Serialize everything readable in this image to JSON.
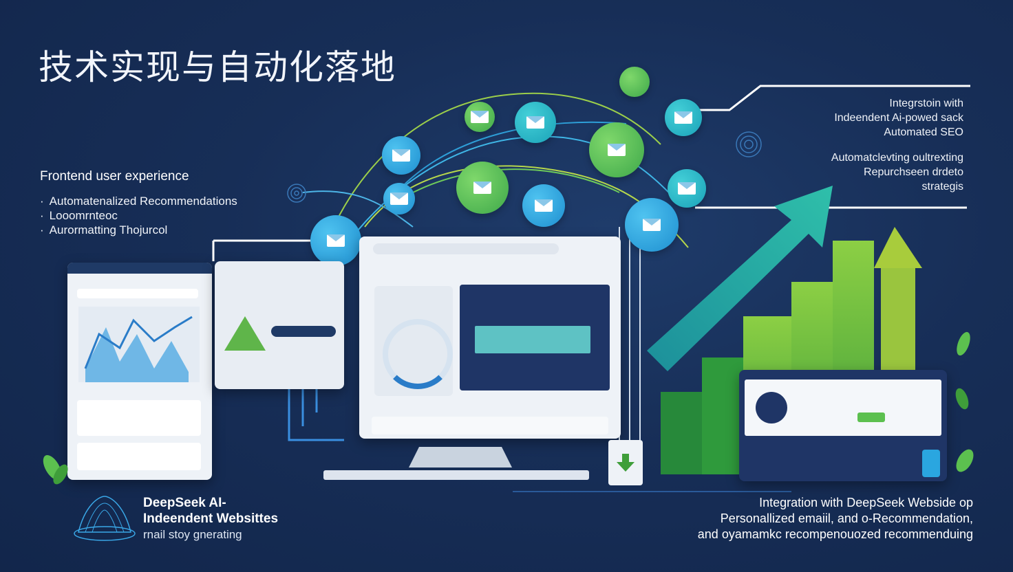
{
  "title": "技术实现与自动化落地",
  "left_panel": {
    "heading": "Frontend user experience",
    "items": [
      "Automatenalized Recommendations",
      "Looomrnteoc",
      "Aurormatting Thojurcol"
    ]
  },
  "right_panel": {
    "top_lines": [
      "Integrstoin with",
      "Indeendent Ai-powed sack",
      "Automated SEO"
    ],
    "mid_lines": [
      "Automatclevting oultrexting",
      "Repurchseen drdeto",
      "strategis"
    ]
  },
  "bottom_left": {
    "line1": "DeepSeek AI-",
    "line2": "Indeendent Websittes",
    "line3": "rnail stoy gnerating"
  },
  "bottom_right": {
    "line1": "Integration with DeepSeek Webside op",
    "line2": "Personallized emaiil, and o-Recommendation,",
    "line3": "and oyamamkc recompenouozed recommenduing"
  },
  "colors": {
    "background": "#172e57",
    "accent_green": "#5cc04f",
    "accent_blue": "#2aa6e0",
    "accent_teal": "#1fb3b8"
  },
  "icons": [
    "envelope-icon",
    "download-arrow-icon",
    "leaf-icon",
    "fingerprint-icon",
    "brain-mesh-icon"
  ]
}
